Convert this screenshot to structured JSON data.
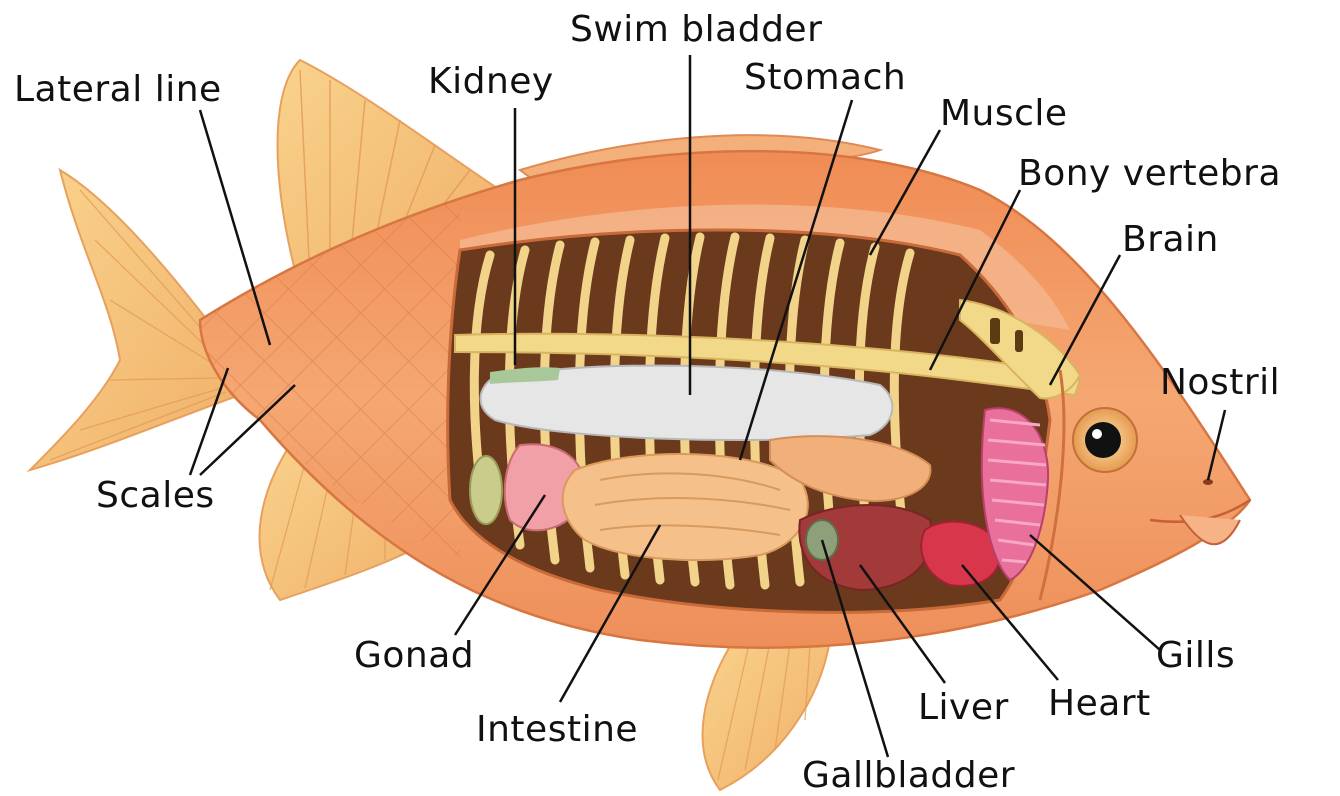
{
  "diagram": {
    "labels": {
      "lateral_line": "Lateral line",
      "kidney": "Kidney",
      "swim_bladder": "Swim bladder",
      "stomach": "Stomach",
      "muscle": "Muscle",
      "bony_vertebra": "Bony vertebra",
      "brain": "Brain",
      "nostril": "Nostril",
      "scales": "Scales",
      "gonad": "Gonad",
      "intestine": "Intestine",
      "gallbladder": "Gallbladder",
      "liver": "Liver",
      "heart": "Heart",
      "gills": "Gills"
    },
    "colors": {
      "body": "#f2a468",
      "fin": "#f7cf82",
      "cavity": "#6b3a1c",
      "bone": "#f2d98a",
      "swim_bladder": "#e6e6e6",
      "gills": "#e8709a",
      "liver": "#a23a3a",
      "heart": "#d8364a",
      "intestine": "#f5c08a",
      "gonad": "#f0a0a6",
      "leader_line": "#111111"
    }
  }
}
